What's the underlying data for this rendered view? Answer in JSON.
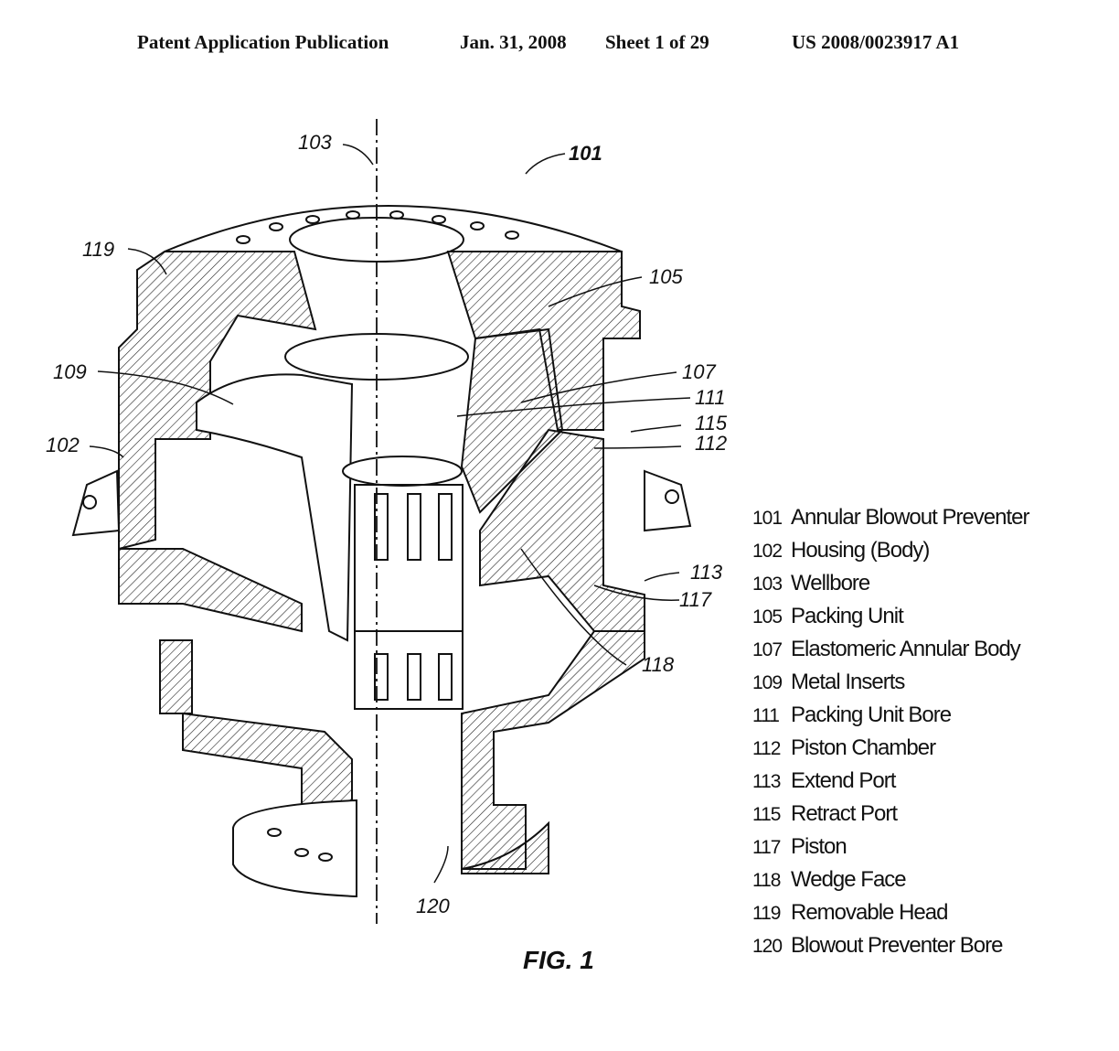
{
  "header": {
    "publication": "Patent Application Publication",
    "date": "Jan. 31, 2008",
    "sheet": "Sheet 1 of 29",
    "number": "US 2008/0023917 A1"
  },
  "figure_label": "FIG. 1",
  "callouts": {
    "c101": "101",
    "c102": "102",
    "c103": "103",
    "c105": "105",
    "c107": "107",
    "c109": "109",
    "c111": "111",
    "c112": "112",
    "c113": "113",
    "c115": "115",
    "c117": "117",
    "c118": "118",
    "c119": "119",
    "c120": "120"
  },
  "legend": [
    {
      "num": "101",
      "label": "Annular Blowout Preventer"
    },
    {
      "num": "102",
      "label": "Housing (Body)"
    },
    {
      "num": "103",
      "label": "Wellbore"
    },
    {
      "num": "105",
      "label": "Packing Unit"
    },
    {
      "num": "107",
      "label": "Elastomeric Annular Body"
    },
    {
      "num": "109",
      "label": "Metal Inserts"
    },
    {
      "num": "111",
      "label": "Packing Unit Bore"
    },
    {
      "num": "112",
      "label": "Piston Chamber"
    },
    {
      "num": "113",
      "label": "Extend Port"
    },
    {
      "num": "115",
      "label": "Retract Port"
    },
    {
      "num": "117",
      "label": "Piston"
    },
    {
      "num": "118",
      "label": "Wedge Face"
    },
    {
      "num": "119",
      "label": "Removable Head"
    },
    {
      "num": "120",
      "label": "Blowout Preventer Bore"
    }
  ]
}
